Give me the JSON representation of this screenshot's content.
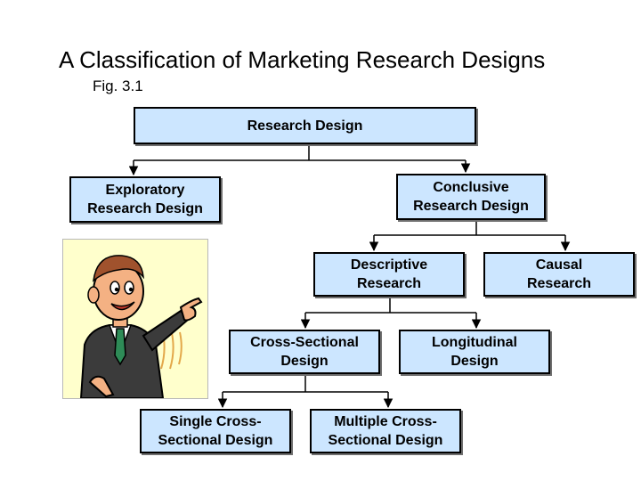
{
  "title": "A Classification of Marketing Research Designs",
  "subtitle": "Fig. 3.1",
  "nodes": {
    "research_design": {
      "lines": [
        "Research Design"
      ]
    },
    "exploratory": {
      "lines": [
        "Exploratory",
        "Research Design"
      ]
    },
    "conclusive": {
      "lines": [
        "Conclusive",
        "Research Design"
      ]
    },
    "descriptive": {
      "lines": [
        "Descriptive",
        "Research"
      ]
    },
    "causal": {
      "lines": [
        "Causal",
        "Research"
      ]
    },
    "cross_sectional": {
      "lines": [
        "Cross-Sectional",
        "Design"
      ]
    },
    "longitudinal": {
      "lines": [
        "Longitudinal",
        "Design"
      ]
    },
    "single_cross": {
      "lines": [
        "Single Cross-",
        "Sectional Design"
      ]
    },
    "multiple_cross": {
      "lines": [
        "Multiple Cross-",
        "Sectional Design"
      ]
    }
  },
  "colors": {
    "box_fill": "#cce6ff",
    "illustration_bg": "#ffffcc"
  },
  "illustration": {
    "icon": "pointing-man-cartoon"
  }
}
